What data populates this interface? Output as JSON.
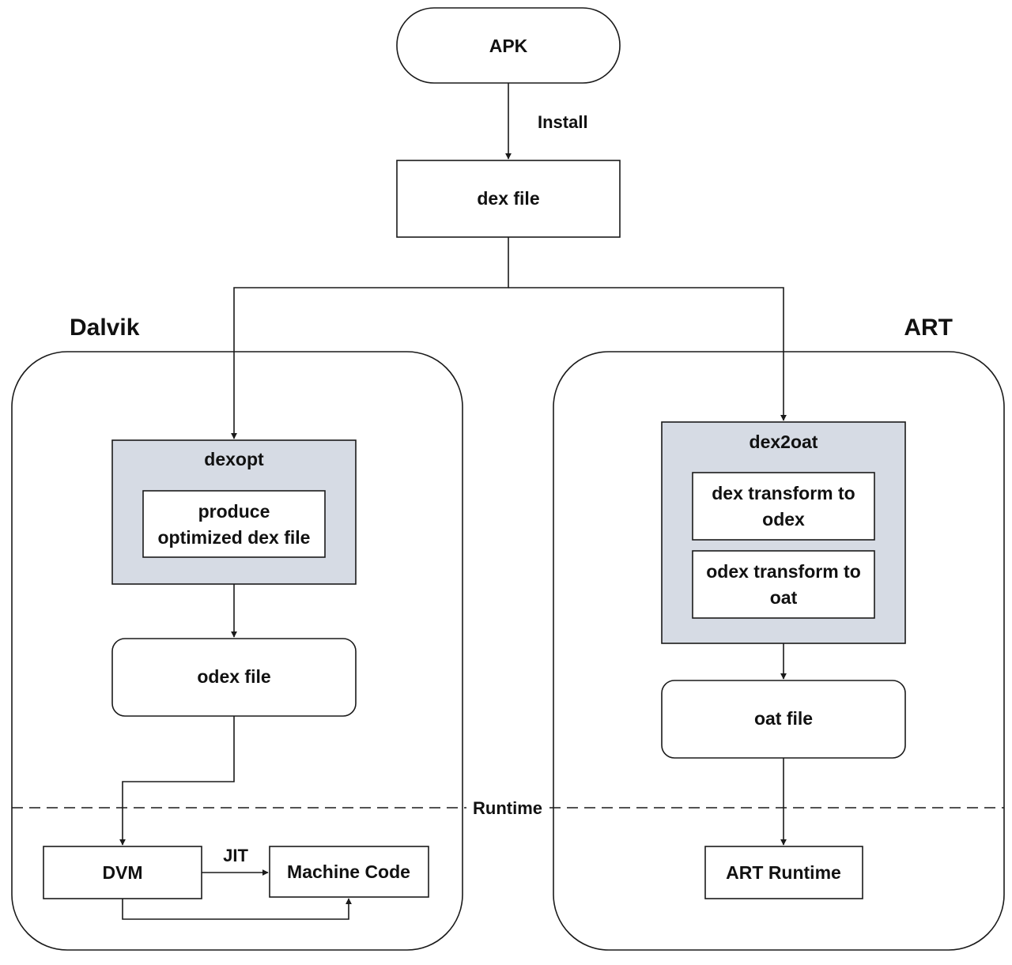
{
  "colors": {
    "stroke": "#1a1a1a",
    "shaded_fill": "#d6dbe4",
    "background": "#ffffff",
    "text": "#111111"
  },
  "regions": {
    "dalvik": "Dalvik",
    "art": "ART"
  },
  "labels": {
    "runtime_divider": "Runtime",
    "install_edge": "Install",
    "jit_edge": "JIT"
  },
  "nodes": {
    "apk": "APK",
    "dex_file": "dex file",
    "dexopt": "dexopt",
    "produce_line1": "produce",
    "produce_line2": "optimized dex file",
    "odex_file": "odex file",
    "dvm": "DVM",
    "machine_code": "Machine Code",
    "dex2oat": "dex2oat",
    "dex_transform_line1": "dex transform to",
    "dex_transform_line2": "odex",
    "odex_transform_line1": "odex transform to",
    "odex_transform_line2": "oat",
    "oat_file": "oat file",
    "art_runtime": "ART Runtime"
  }
}
